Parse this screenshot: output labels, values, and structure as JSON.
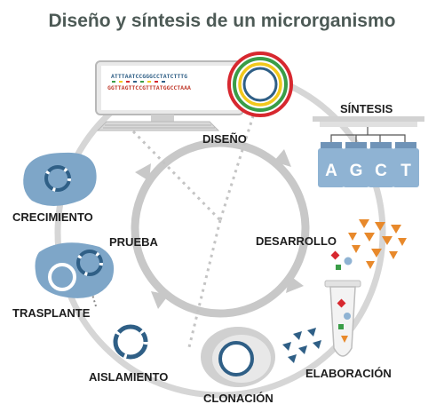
{
  "title": "Diseño y síntesis de un microrganismo",
  "cycle": {
    "inner": [
      "DISEÑO",
      "DESARROLLO",
      "CLONACIÓN",
      "PRUEBA"
    ],
    "outer": [
      "SÍNTESIS",
      "ELABORACIÓN",
      "CLONACIÓN",
      "AISLAMIENTO",
      "TRASPLANTE",
      "CRECIMIENTO"
    ]
  },
  "labels": {
    "design": "DISEÑO",
    "development": "DESARROLLO",
    "test": "PRUEBA",
    "synthesis": "SÍNTESIS",
    "elaboration": "ELABORACIÓN",
    "cloning": "CLONACIÓN",
    "isolation": "AISLAMIENTO",
    "transplant": "TRASPLANTE",
    "growth": "CRECIMIENTO"
  },
  "dna_sequence": {
    "line1": "ATTTAATCCGGGCCTATCTTTG",
    "line2": "GGTTAGTTCCGTTTATGGCCTAAA"
  },
  "bases": [
    "A",
    "G",
    "C",
    "T"
  ],
  "colors": {
    "cycle_gray": "#cfcfcf",
    "accent_blue": "#2f5f86",
    "cell_blue": "#7ea6c8",
    "vial_blue": "#8fb3d3",
    "orange": "#e8892b",
    "ring_red": "#d7282f",
    "ring_green": "#3a9d47",
    "ring_yellow": "#f2c81c"
  }
}
